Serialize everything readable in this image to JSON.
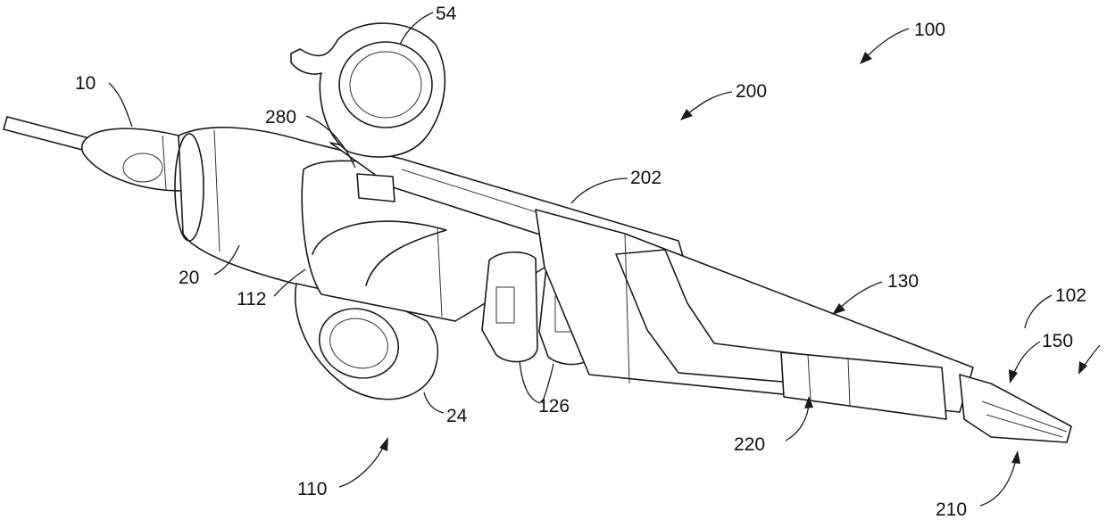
{
  "figure": {
    "labels": {
      "l10": "10",
      "l54": "54",
      "l100": "100",
      "l200": "200",
      "l280": "280",
      "l202": "202",
      "l20": "20",
      "l112": "112",
      "l130": "130",
      "l102": "102",
      "l150": "150",
      "l24": "24",
      "l126": "126",
      "l220": "220",
      "l110": "110",
      "l210": "210"
    }
  }
}
